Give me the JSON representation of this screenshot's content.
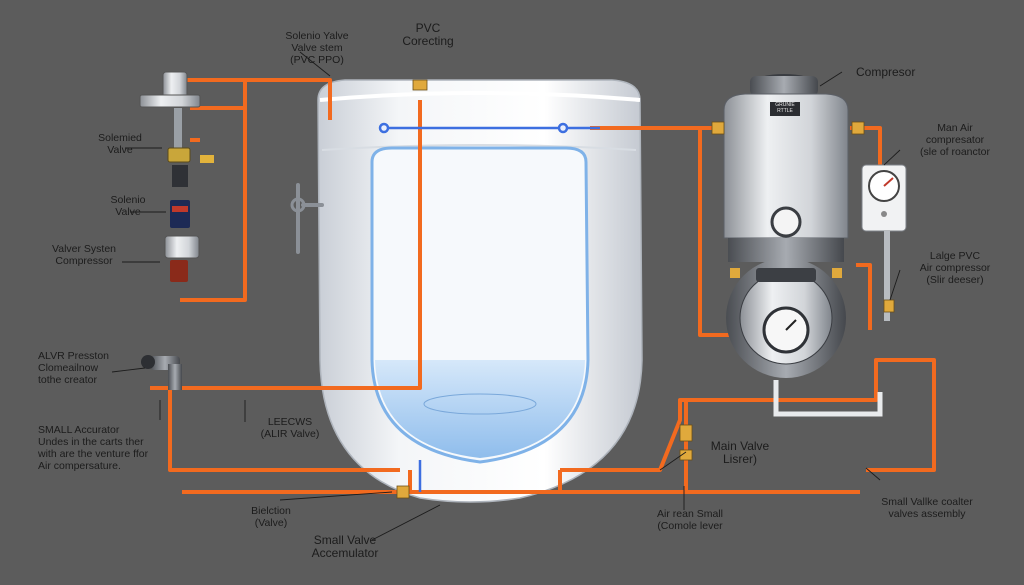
{
  "colors": {
    "background": "#5c5c5c",
    "pipe_orange": "#f26a1f",
    "pipe_blue": "#3d6fe0",
    "porcelain": "#eef1f4",
    "water": "#a9cdf2",
    "metal": "#c9ccd0"
  },
  "labels": {
    "pvc": {
      "line1": "PVC",
      "line2": "Corecting"
    },
    "solenoid_valve_stem": {
      "line1": "Solenio Yalve",
      "line2": "Valve stem",
      "line3": "(PVC PPO)"
    },
    "compressor": {
      "line1": "Compresor"
    },
    "main_air_compressor": {
      "line1": "Man Air",
      "line2": "compresator",
      "line3": "(sle of roanctor"
    },
    "large_pvc": {
      "line1": "Lalge PVC",
      "line2": "Air compressor",
      "line3": "(Slir deeser)"
    },
    "solenoid_valve_1": {
      "line1": "Solemied",
      "line2": "Valve"
    },
    "solenoid_valve_2": {
      "line1": "Solenio",
      "line2": "Valve"
    },
    "valve_system": {
      "line1": "Valver Systen",
      "line2": "Compressor"
    },
    "alvr_preston": {
      "line1": "ALVR Presston",
      "line2": "Clomeailnow",
      "line3": "tothe creator"
    },
    "small_accumulator": {
      "line1": "SMALL Accurator",
      "line2": "Undes in the carts ther",
      "line3": "with are the venture ffor",
      "line4": "Air compersature."
    },
    "leecws": {
      "line1": "LEECWS",
      "line2": "(ALIR Valve)"
    },
    "main_valve": {
      "line1": "Main Valve",
      "line2": "Lisrer)"
    },
    "bielction": {
      "line1": "Bielction",
      "line2": "(Valve)"
    },
    "small_valve": {
      "line1": "Small Valve",
      "line2": "Accemulator"
    },
    "air_rean_small": {
      "line1": "Air rean Small",
      "line2": "(Comole lever"
    },
    "small_valve_assembly": {
      "line1": "Small Vallke coalter",
      "line2": "valves assembly"
    }
  },
  "compressor_plate": {
    "line1": "GRUNIE",
    "line2": "RTTLE"
  }
}
